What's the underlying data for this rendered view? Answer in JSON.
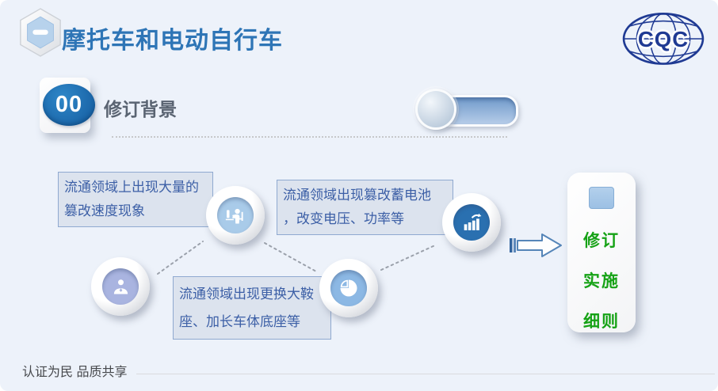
{
  "header": {
    "title": "摩托车和电动自行车",
    "hexagon_icon": "hexagon-one-icon"
  },
  "logo": {
    "text": "CQC"
  },
  "section": {
    "number": "00",
    "label": "修订背景"
  },
  "boxes": [
    {
      "lines": [
        "流通领域上出现大量的",
        "篡改速度现象"
      ]
    },
    {
      "lines": [
        "流通领域出现篡改蓄电池",
        "，改变电压、功率等"
      ]
    },
    {
      "lines": [
        "流通领域出现更换大鞍",
        "座、加长车体底座等"
      ]
    }
  ],
  "circles": [
    {
      "icon": "businessman-icon"
    },
    {
      "icon": "person-at-desk-icon"
    },
    {
      "icon": "pie-chart-icon"
    },
    {
      "icon": "bar-chart-icon"
    }
  ],
  "result_panel": {
    "lines": [
      "修订",
      "实施",
      "细则"
    ]
  },
  "footer": {
    "text": "认证为民 品质共享"
  },
  "colors": {
    "background": "#edf2fa",
    "title_blue": "#2e75b6",
    "badge_blue": "#1e6cb0",
    "box_background": "#dce3ee",
    "box_border": "#8fa9d0",
    "box_text": "#3c5fa6",
    "result_green": "#16a216",
    "logo_navy": "#1f3a93",
    "circle1_fill": "#a9b4e0",
    "circle2_fill": "#a9cbe9",
    "circle3_fill": "#8cb8e4",
    "circle4_fill": "#2a70b0"
  }
}
